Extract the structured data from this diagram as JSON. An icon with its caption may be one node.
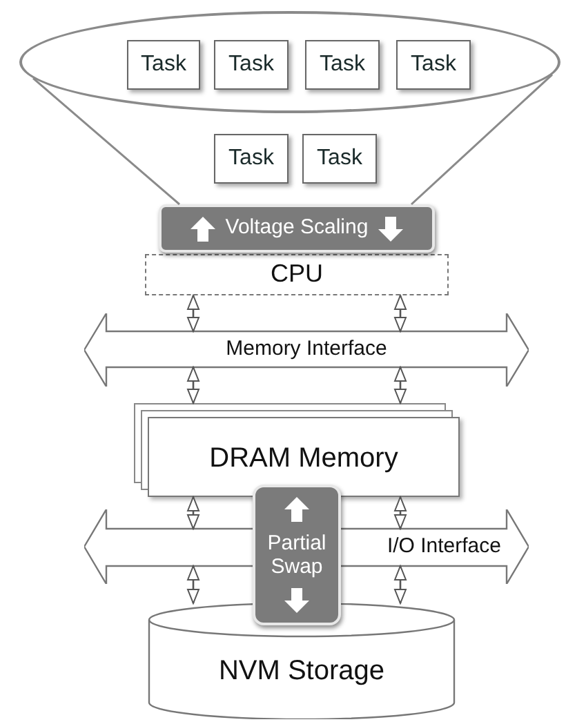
{
  "diagram": {
    "nodes": [
      {
        "text": [],
        "shape": "ellipse"
      },
      {
        "text": [
          "Task"
        ],
        "in": 0
      },
      {
        "text": [
          "Task"
        ],
        "in": 0
      },
      {
        "text": [
          "Task"
        ],
        "in": 0
      },
      {
        "text": [
          "Task"
        ],
        "in": 0
      },
      {
        "text": [
          "Task"
        ]
      },
      {
        "text": [
          "Task"
        ]
      },
      {
        "text": [
          "CPU"
        ]
      },
      {
        "text": [
          "Voltage Scaling"
        ]
      },
      {
        "text": [
          "Memory Interface"
        ]
      },
      {
        "text": [
          "DRAM Memory"
        ]
      },
      {
        "text": [
          "I/O Interface"
        ]
      },
      {
        "text": [
          "Partial Swap"
        ]
      },
      {
        "text": [
          "NVM Storage"
        ]
      }
    ],
    "edges": [
      {
        "from": 0,
        "to": 8,
        "arrow": "none"
      },
      {
        "from": 0,
        "to": 8,
        "arrow": "none"
      },
      {
        "from": 7,
        "to": 9,
        "arrow": "both"
      },
      {
        "from": 7,
        "to": 9,
        "arrow": "both"
      },
      {
        "from": 9,
        "to": 10,
        "arrow": "both"
      },
      {
        "from": 9,
        "to": 10,
        "arrow": "both"
      },
      {
        "from": 10,
        "to": 11,
        "arrow": "both"
      },
      {
        "from": 10,
        "to": 11,
        "arrow": "both"
      },
      {
        "from": 11,
        "to": 13,
        "arrow": "both"
      },
      {
        "from": 11,
        "to": 13,
        "arrow": "both"
      }
    ]
  }
}
